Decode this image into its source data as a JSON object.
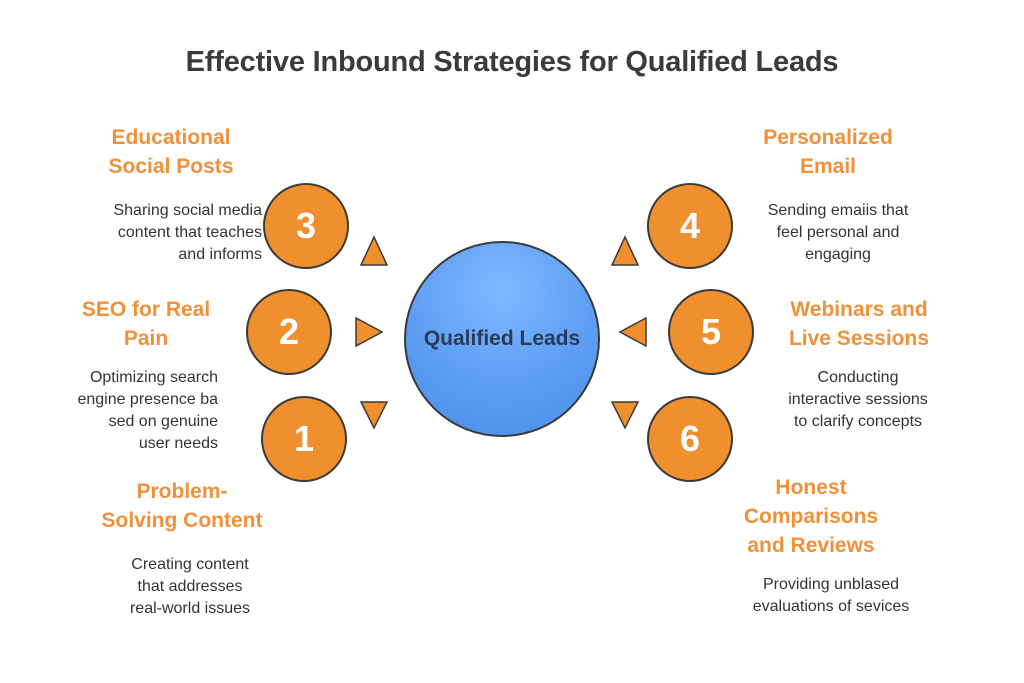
{
  "title": "Effective Inbound Strategies for Qualified Leads",
  "center": {
    "label": "Qualified Leads"
  },
  "colors": {
    "accent": "#f08f2e",
    "center": "#5d9df2",
    "text": "#333333"
  },
  "strategies": [
    {
      "number": "1",
      "heading": "Problem-\nSolving Content",
      "description": "Creating content\nthat addresses\nreal-world issues"
    },
    {
      "number": "2",
      "heading": "SEO for Real\nPain",
      "description": "Optimizing search\nengine presence ba\nsed on genuine\nuser needs"
    },
    {
      "number": "3",
      "heading": "Educational\nSocial Posts",
      "description": "Sharing social media\ncontent that teaches\nand informs"
    },
    {
      "number": "4",
      "heading": "Personalized\nEmail",
      "description": "Sending emaiis that\nfeel personal and\nengaging"
    },
    {
      "number": "5",
      "heading": "Webinars and\nLive Sessions",
      "description": "Conducting\ninteractive sessions\nto clarify concepts"
    },
    {
      "number": "6",
      "heading": "Honest\nComparisons\nand Reviews",
      "description": "Providing unblased\nevaluations of sevices"
    }
  ]
}
